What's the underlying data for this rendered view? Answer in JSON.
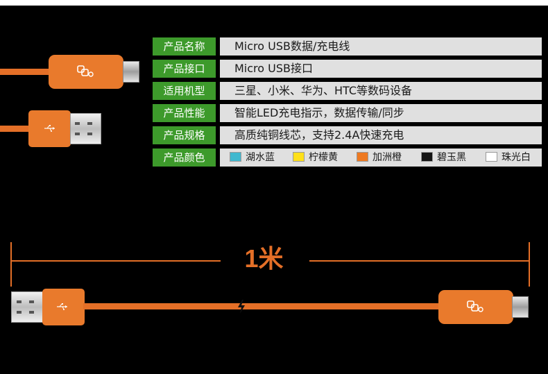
{
  "specs": [
    {
      "key": "产品名称",
      "value": "Micro USB数据/充电线"
    },
    {
      "key": "产品接口",
      "value": "Micro USB接口"
    },
    {
      "key": "适用机型",
      "value": "三星、小米、华为、HTC等数码设备"
    },
    {
      "key": "产品性能",
      "value": "智能LED充电指示，数据传输/同步"
    },
    {
      "key": "产品规格",
      "value": "高质纯铜线芯，支持2.4A快速充电"
    }
  ],
  "color_row": {
    "key": "产品颜色",
    "options": [
      {
        "name": "湖水蓝",
        "color": "#3fb8cf"
      },
      {
        "name": "柠檬黄",
        "color": "#ffe01a"
      },
      {
        "name": "加洲橙",
        "color": "#ee7a22"
      },
      {
        "name": "碧玉黑",
        "color": "#141414"
      },
      {
        "name": "珠光白",
        "color": "#ffffff"
      }
    ]
  },
  "length_label": "1米",
  "colors": {
    "accent": "#e46f27",
    "label_bg": "#3d9a2b",
    "value_bg": "#e0e0e0"
  },
  "icons": [
    "usb-icon",
    "brand-logo-icon",
    "lightning-icon"
  ]
}
